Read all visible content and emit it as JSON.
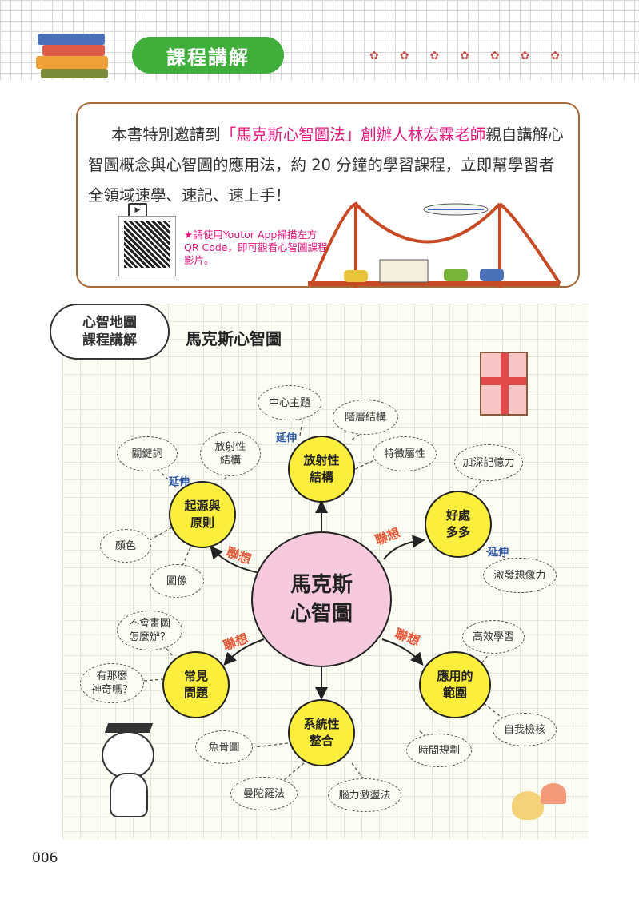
{
  "header": {
    "title": "課程講解"
  },
  "intro": {
    "text_before": "本書特別邀請到",
    "highlight": "「馬克斯心智圖法」創辦人林宏霖老師",
    "text_after": "親自講解心智圖概念與心智圖的應用法，約 20 分鐘的學習課程，立即幫學習者全領域速學、速記、速上手！",
    "qr_note": "★請使用Youtor App掃描左方 QR Code，即可觀看心智圖課程影片。"
  },
  "section": {
    "speech_line1": "心智地圖",
    "speech_line2": "課程講解",
    "map_title": "馬克斯心智圖"
  },
  "map": {
    "center": [
      "馬克斯",
      "心智圖"
    ],
    "main": {
      "radial": [
        "放射性",
        "結構"
      ],
      "origin": [
        "起源與",
        "原則"
      ],
      "benefits": [
        "好處",
        "多多"
      ],
      "faq": [
        "常見",
        "問題"
      ],
      "system": [
        "系統性",
        "整合"
      ],
      "apply": [
        "應用的",
        "範圍"
      ]
    },
    "leaves": {
      "central_topic": "中心主題",
      "hierarchy": "階層結構",
      "features": "特徵屬性",
      "radial_structure": [
        "放射性",
        "結構"
      ],
      "keywords": "關鍵詞",
      "memory": "加深記憶力",
      "color": "顏色",
      "image": "圖像",
      "imagination": "激發想像力",
      "cant_draw": [
        "不會畫圖",
        "怎麼辦？"
      ],
      "efficient": "高效學習",
      "magic": [
        "有那麼",
        "神奇嗎？"
      ],
      "self_check": "自我檢核",
      "fishbone": "魚骨圖",
      "time_plan": "時間規劃",
      "mandala": "曼陀羅法",
      "brainstorm": "腦力激盪法"
    },
    "extend_label": "延伸",
    "assoc_label": "聯想"
  },
  "page_number": "006",
  "colors": {
    "green": "#3fae3a",
    "pink": "#e4157e",
    "yellow": "#fbee3c",
    "center": "#f7c9dc"
  }
}
